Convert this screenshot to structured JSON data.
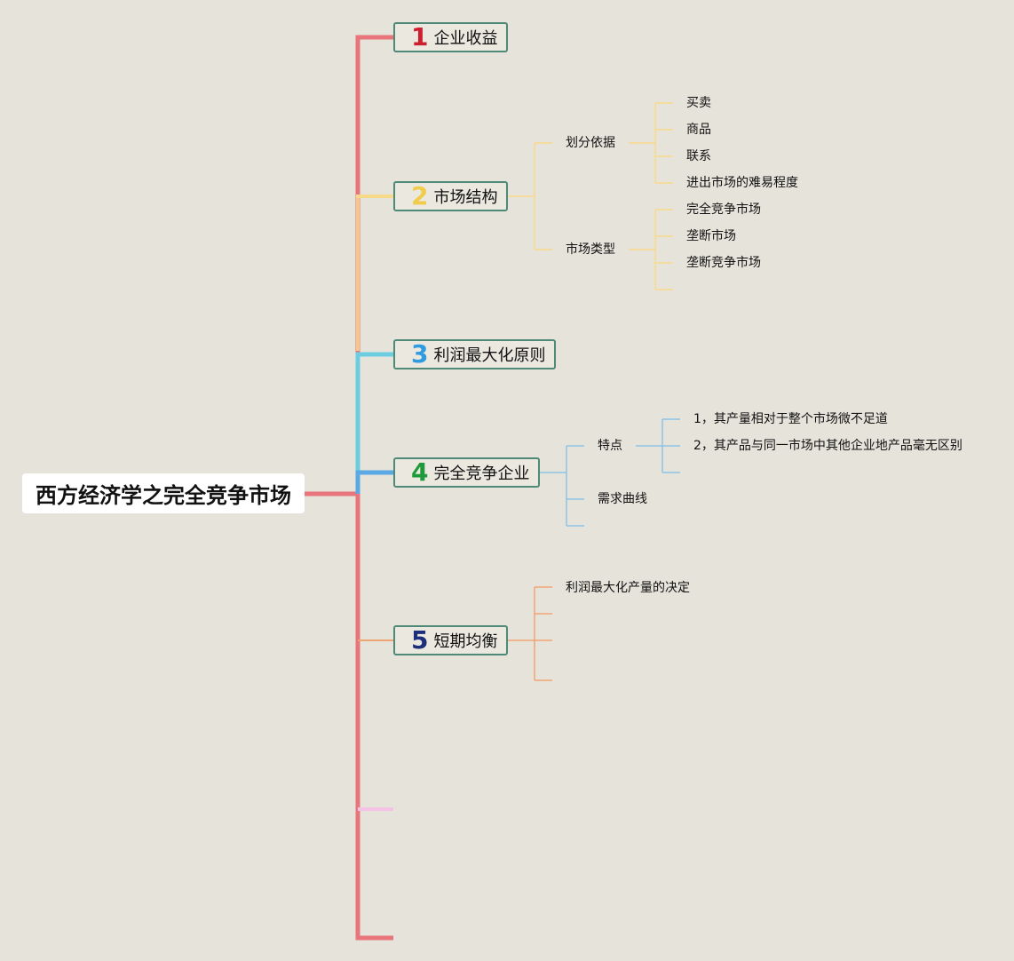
{
  "root": {
    "title": "西方经济学之完全竞争市场"
  },
  "colors": {
    "red": "#e8757b",
    "yellow": "#f7d98a",
    "orange": "#f3c88e",
    "cyan": "#6ccce0",
    "blue": "#5aa8e4",
    "salmon": "#efa474",
    "pink": "#f4c2e4",
    "lightblue": "#8ec3e7",
    "box_border": "#4f8a78"
  },
  "topics": [
    {
      "num": "1",
      "num_color": "#cc1f2f",
      "label": "企业收益"
    },
    {
      "num": "2",
      "num_color": "#f0cc4a",
      "label": "市场结构"
    },
    {
      "num": "3",
      "num_color": "#2f9be0",
      "label": "利润最大化原则"
    },
    {
      "num": "4",
      "num_color": "#1f9a3a",
      "label": "完全竞争企业"
    },
    {
      "num": "5",
      "num_color": "#1b2f7a",
      "label": "短期均衡"
    }
  ],
  "market": {
    "basis": "划分依据",
    "basis_items": [
      "买卖",
      "商品",
      "联系",
      "进出市场的难易程度"
    ],
    "types": "市场类型",
    "type_items": [
      "完全竞争市场",
      "垄断市场",
      "垄断竞争市场"
    ]
  },
  "firm": {
    "features": "特点",
    "feature_items": [
      "1，其产量相对于整个市场微不足道",
      "2，其产品与同一市场中其他企业地产品毫无区别"
    ],
    "demand": "需求曲线"
  },
  "equilibrium": {
    "item": "利润最大化产量的决定"
  }
}
